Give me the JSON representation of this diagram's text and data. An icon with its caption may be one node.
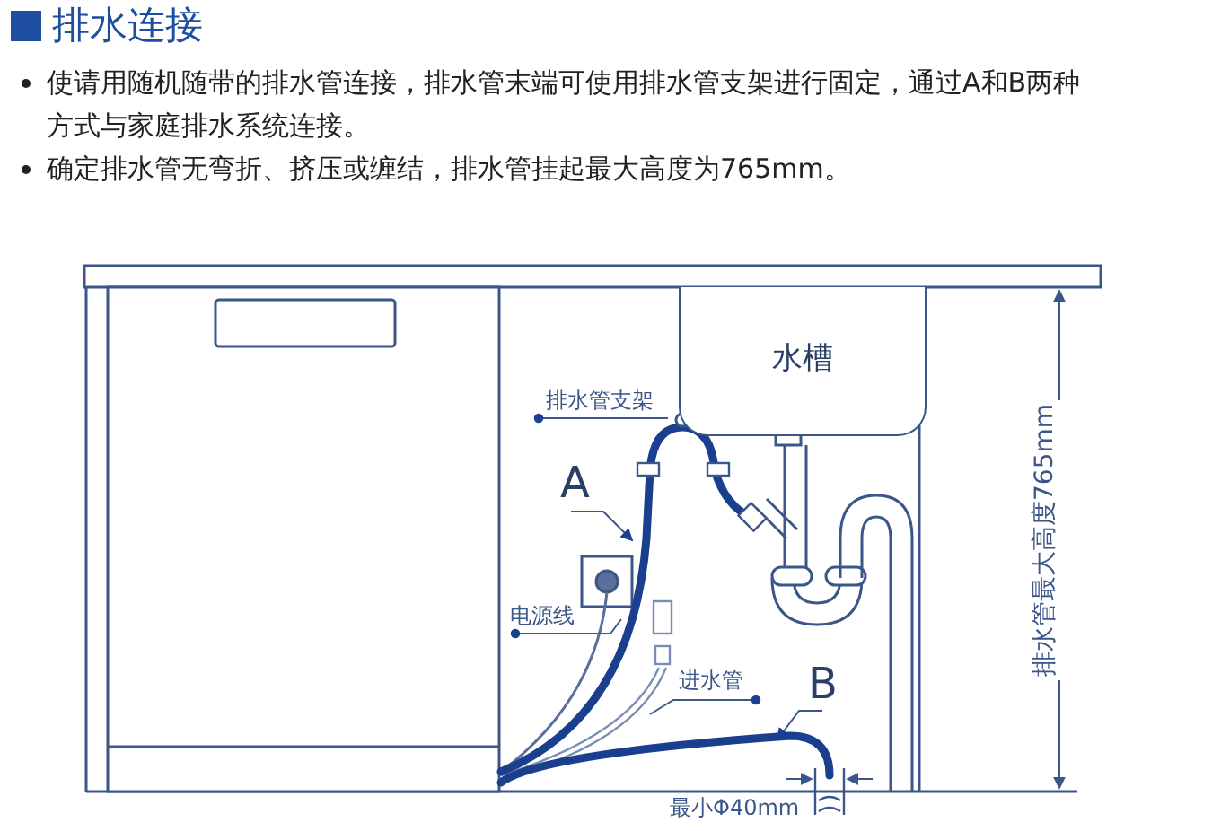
{
  "diagram": {
    "title": "排水连接",
    "nodes": [
      {
        "text": [
          "水槽"
        ]
      },
      {
        "text": [
          "排水管支架"
        ]
      },
      {
        "text": [
          "A"
        ]
      },
      {
        "text": [
          "电源线"
        ]
      },
      {
        "text": [
          "进水管"
        ]
      },
      {
        "text": [
          "B"
        ]
      }
    ],
    "edges": [
      {
        "from": 1,
        "to": null,
        "arrow": "other"
      },
      {
        "from": 2,
        "to": null,
        "arrow": "to"
      },
      {
        "from": 3,
        "to": null,
        "arrow": "other"
      },
      {
        "from": 4,
        "to": null,
        "arrow": "other"
      },
      {
        "from": 5,
        "to": null,
        "arrow": "to"
      }
    ],
    "labels": [
      "使请用随机随带的排水管连接，排水管末端可使用排水管支架进行固定，通过A和B两种方式与家庭排水系统连接。",
      "确定排水管无弯折、挤压或缠结，排水管挂起最大高度为765mm。",
      "最小Φ40mm",
      "排水管最大高度765mm"
    ]
  }
}
